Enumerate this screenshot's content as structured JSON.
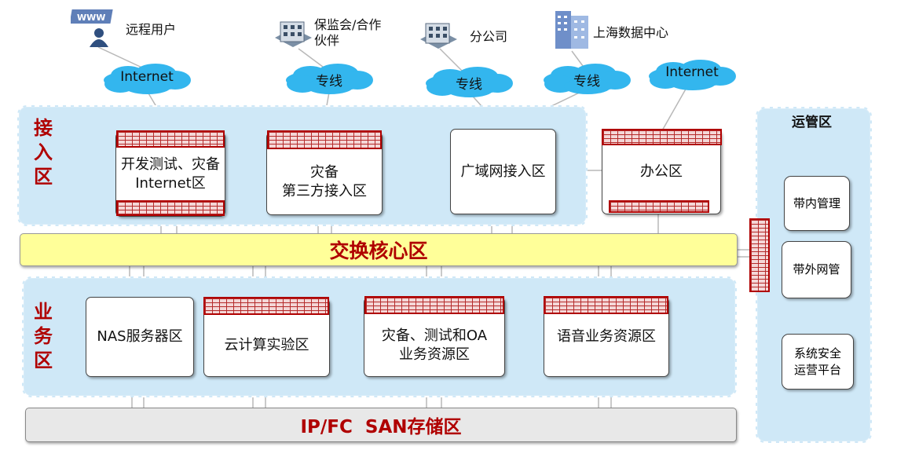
{
  "colors": {
    "zone_fill": "#cfe8f7",
    "title_red": "#b00000",
    "core_bar": "#ffff99",
    "storage_bar": "#e8e8e8",
    "cloud": "#33b6ee",
    "firewall": "#b00000"
  },
  "top_nodes": {
    "remote_user": "远程用户",
    "partner": "保监会/合作\n伙伴",
    "branch": "分公司",
    "shanghai_dc": "上海数据中心"
  },
  "clouds": {
    "internet_1": "Internet",
    "line_1": "专线",
    "line_2": "专线",
    "line_3": "专线",
    "internet_2": "Internet"
  },
  "access_zone": {
    "title": "接\n入\n区",
    "devtest": "开发测试、灾备\nInternet区",
    "dr_third": "灾备\n第三方接入区",
    "wan": "广域网接入区",
    "office": "办公区"
  },
  "core": {
    "label": "交换核心区"
  },
  "business_zone": {
    "title": "业\n务\n区",
    "nas": "NAS服务器区",
    "cloud_lab": "云计算实验区",
    "dr_oa": "灾备、测试和OA\n业务资源区",
    "voice": "语音业务资源区"
  },
  "storage": {
    "label": "IP/FC  SAN存储区"
  },
  "ops_zone": {
    "title": "运管区",
    "inband": "带内管理",
    "outband": "带外网管",
    "security": "系统安全\n运营平台"
  }
}
